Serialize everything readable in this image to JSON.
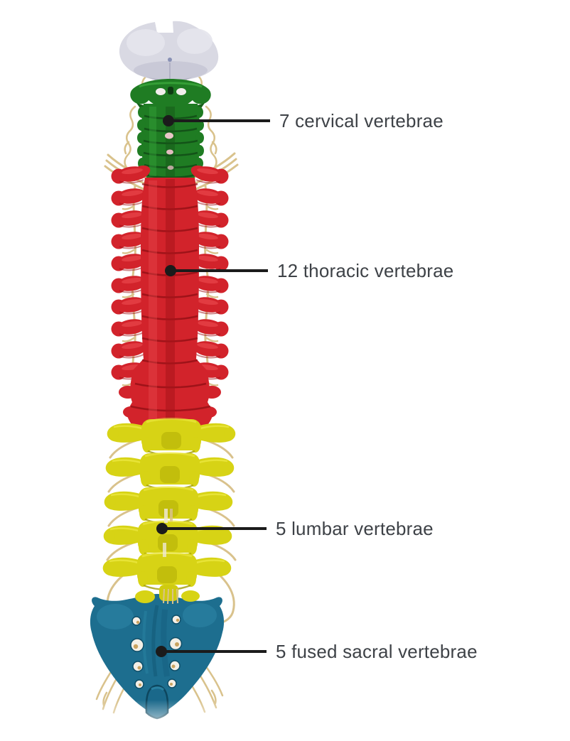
{
  "page": {
    "background": "#ffffff"
  },
  "figure": {
    "name": "vertebral-column-posterior-view",
    "regions": {
      "skull": {
        "name": "skull-base",
        "color": "#d9d9e3"
      },
      "cervical": {
        "name": "cervical-vertebrae",
        "color": "#1f7c23"
      },
      "thoracic": {
        "name": "thoracic-vertebrae",
        "color": "#d2232b"
      },
      "lumbar": {
        "name": "lumbar-vertebrae",
        "color": "#d7d315"
      },
      "sacral": {
        "name": "sacrum",
        "color": "#1d6e8f"
      },
      "nerves": {
        "name": "spinal-nerves",
        "color": "#d9c28c"
      }
    },
    "callouts": [
      {
        "target": "cervical",
        "text": "7 cervical vertebrae"
      },
      {
        "target": "thoracic",
        "text": "12 thoracic vertebrae"
      },
      {
        "target": "lumbar",
        "text": "5 lumbar vertebrae"
      },
      {
        "target": "sacral",
        "text": "5 fused sacral vertebrae"
      }
    ],
    "callout_style": {
      "line_color": "#1b1b1b",
      "text_color": "#3e4247"
    }
  }
}
